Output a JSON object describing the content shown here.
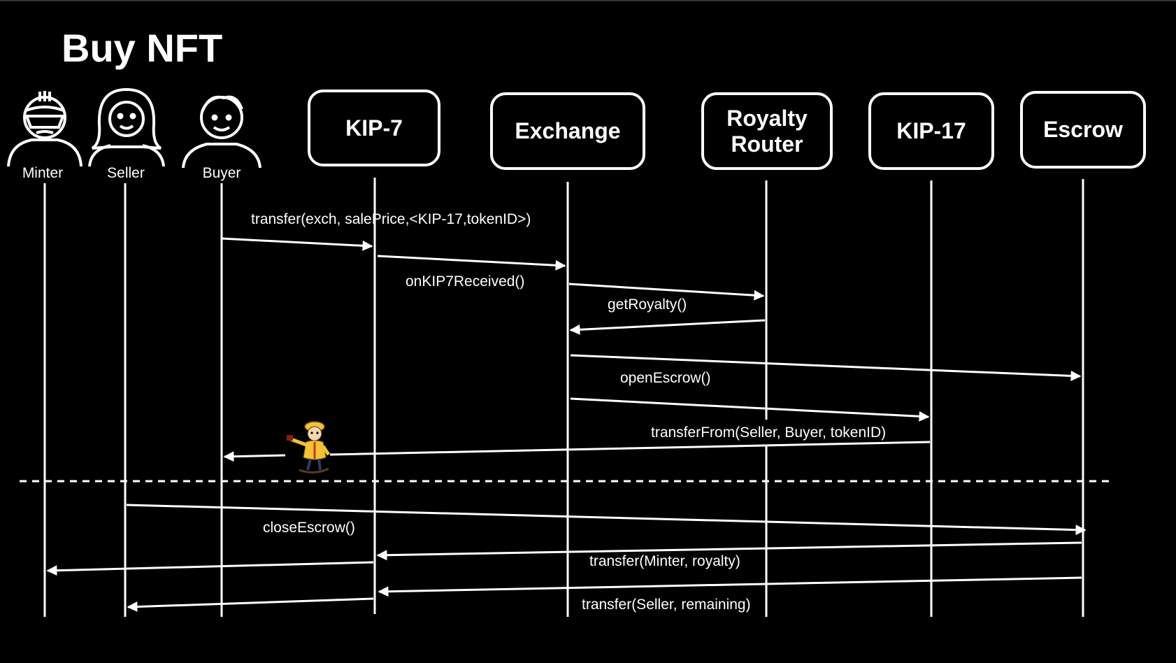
{
  "title": "Buy NFT",
  "actors": [
    {
      "label": "Minter",
      "icon": "masked-person-icon"
    },
    {
      "label": "Seller",
      "icon": "woman-icon"
    },
    {
      "label": "Buyer",
      "icon": "man-icon"
    }
  ],
  "participants": [
    {
      "label": "KIP-7"
    },
    {
      "label": "Exchange"
    },
    {
      "label": "Royalty\nRouter"
    },
    {
      "label": "KIP-17"
    },
    {
      "label": "Escrow"
    }
  ],
  "messages": [
    {
      "text": "transfer(exch, salePrice,<KIP-17,tokenID>)"
    },
    {
      "text": "onKIP7Received()"
    },
    {
      "text": "getRoyalty()"
    },
    {
      "text": "openEscrow()"
    },
    {
      "text": "transferFrom(Seller, Buyer, tokenID)"
    },
    {
      "text": "closeEscrow()"
    },
    {
      "text": "transfer(Minter, royalty)"
    },
    {
      "text": "transfer(Seller, remaining)"
    }
  ],
  "colors": {
    "background": "#000000",
    "foreground": "#ffffff"
  }
}
